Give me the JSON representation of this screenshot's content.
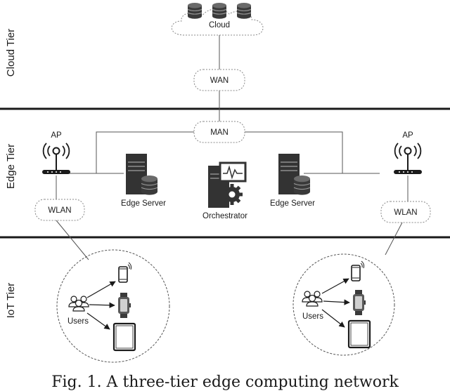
{
  "tiers": {
    "cloud": "Cloud Tier",
    "edge": "Edge Tier",
    "iot": "IoT Tier"
  },
  "nodes": {
    "cloud": "Cloud",
    "wan": "WAN",
    "man": "MAN",
    "ap_left": "AP",
    "ap_right": "AP",
    "wlan_left": "WLAN",
    "wlan_right": "WLAN",
    "edge_server_left": "Edge Server",
    "edge_server_right": "Edge Server",
    "orchestrator": "Orchestrator",
    "users_left": "Users",
    "users_right": "Users"
  },
  "caption": "Fig. 1. A three-tier edge computing network"
}
